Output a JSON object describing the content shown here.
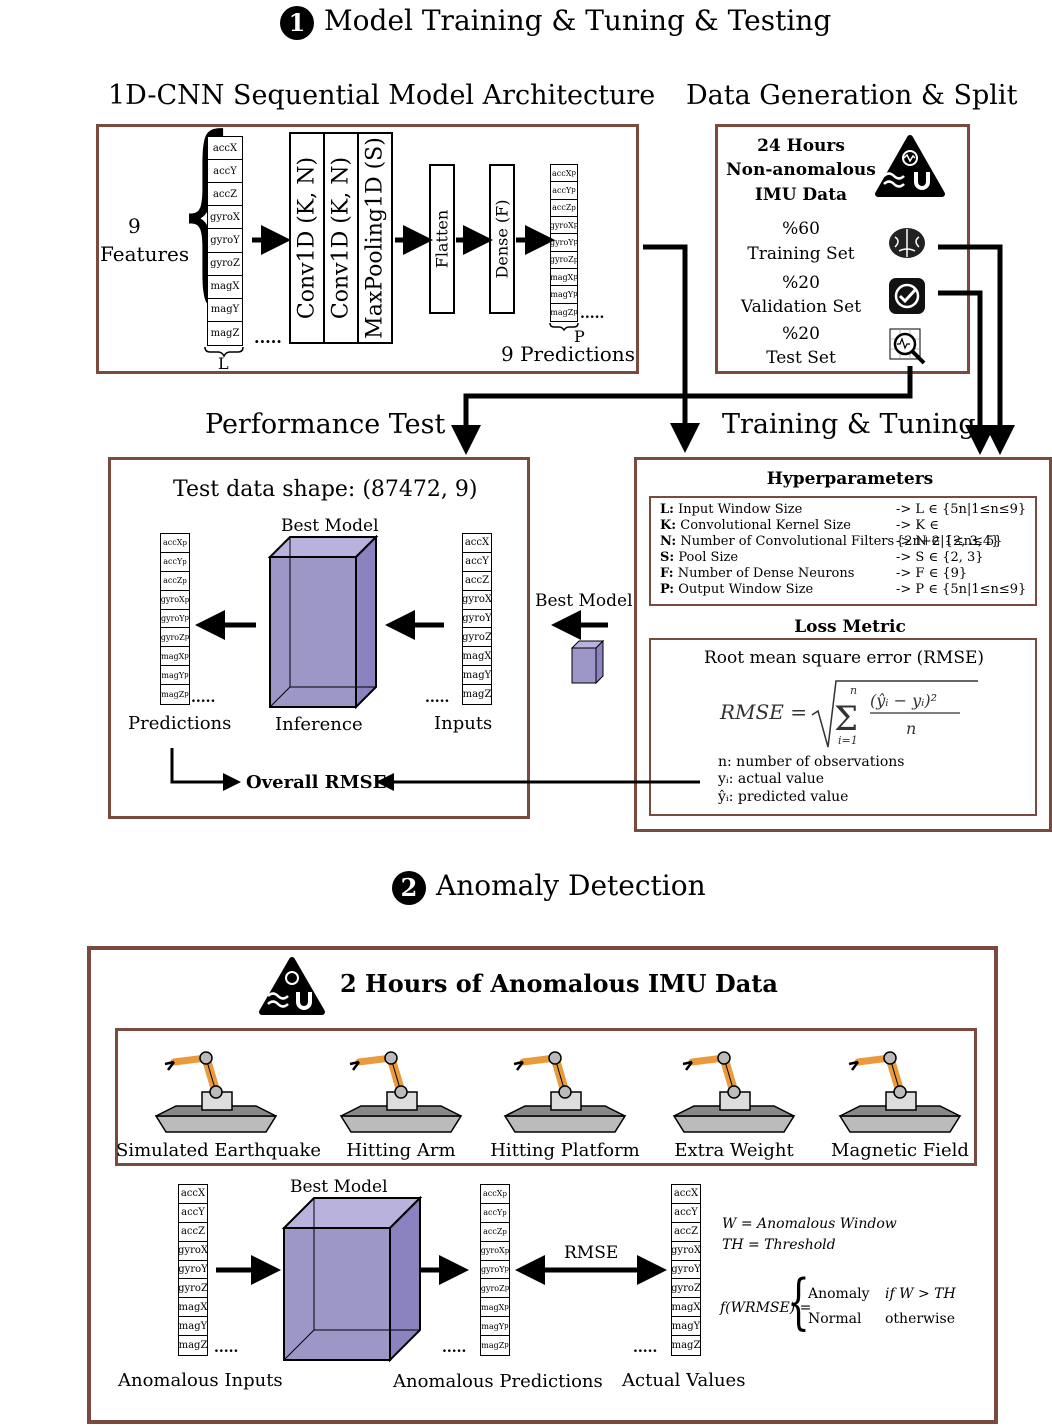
{
  "section1": {
    "number": "1",
    "title": "Model Training & Tuning & Testing"
  },
  "section2": {
    "number": "2",
    "title": "Anomaly Detection"
  },
  "architecture": {
    "title": "1D-CNN Sequential Model Architecture",
    "features_count": "9",
    "features_label": "Features",
    "features": [
      "accX",
      "accY",
      "accZ",
      "gyroX",
      "gyroY",
      "gyroZ",
      "magX",
      "magY",
      "magZ"
    ],
    "length_label": "L",
    "layers": [
      "Conv1D (K, N)",
      "Conv1D (K, N)",
      "MaxPooling1D (S)"
    ],
    "flatten": "Flatten",
    "dense": "Dense (F)",
    "predictions": [
      "accX",
      "accY",
      "accZ",
      "gyroX",
      "gyroY",
      "gyroZ",
      "magX",
      "magY",
      "magZ"
    ],
    "pred_sub": "p",
    "output_label": "P",
    "predictions_label": "9 Predictions",
    "dots": "....."
  },
  "data_split": {
    "title": "Data Generation & Split",
    "source": [
      "24 Hours",
      "Non-anomalous",
      "IMU Data"
    ],
    "training_pct": "%60",
    "training": "Training Set",
    "validation_pct": "%20",
    "validation": "Validation Set",
    "test_pct": "%20",
    "test": "Test Set"
  },
  "performance": {
    "title": "Performance Test",
    "shape": "Test data shape: (87472, 9)",
    "best_model": "Best Model",
    "predictions_label": "Predictions",
    "inference_label": "Inference",
    "inputs_label": "Inputs",
    "overall": "Overall RMSE"
  },
  "training": {
    "title": "Training & Tuning",
    "best_model": "Best Model",
    "hyper_title": "Hyperparameters",
    "hyperparams": [
      {
        "key": "L:",
        "desc": " Input Window Size",
        "range": "-> L ∈ {5n|1≤n≤9}"
      },
      {
        "key": "K:",
        "desc": " Convolutional Kernel Size",
        "range": "-> K ∈ {2n+2|1≤n≤4}"
      },
      {
        "key": "N:",
        "desc": " Number of Convolutional Filters",
        "range": "-> N ∈ {2, 3, 5}"
      },
      {
        "key": "S:",
        "desc": " Pool Size",
        "range": "-> S ∈ {2, 3}"
      },
      {
        "key": "F:",
        "desc": " Number of Dense Neurons",
        "range": "-> F ∈ {9}"
      },
      {
        "key": "P:",
        "desc": " Output Window Size",
        "range": "-> P ∈ {5n|1≤n≤9}"
      }
    ],
    "loss_title": "Loss Metric",
    "rmse_title": "Root mean square error (RMSE)",
    "rmse_lhs": "RMSE =",
    "notes": [
      "n: number of observations",
      "yᵢ: actual value",
      "ŷᵢ: predicted value"
    ]
  },
  "anomaly": {
    "title": "2 Hours of Anomalous IMU Data",
    "scenarios": [
      "Simulated Earthquake",
      "Hitting Arm",
      "Hitting Platform",
      "Extra Weight",
      "Magnetic Field"
    ],
    "best_model": "Best Model",
    "rmse": "RMSE",
    "inputs_label": "Anomalous Inputs",
    "predictions_label": "Anomalous Predictions",
    "actual_label": "Actual Values",
    "legend_w": "W = Anomalous Window",
    "legend_th": "TH = Threshold",
    "func": "f(WRMSE) =",
    "case1": "Anomaly",
    "cond1": "if W > TH",
    "case2": "Normal",
    "cond2": "otherwise"
  },
  "colors": {
    "border": "#7b4a3f",
    "model": "#9d97c8",
    "robot": "#e89a3c"
  }
}
